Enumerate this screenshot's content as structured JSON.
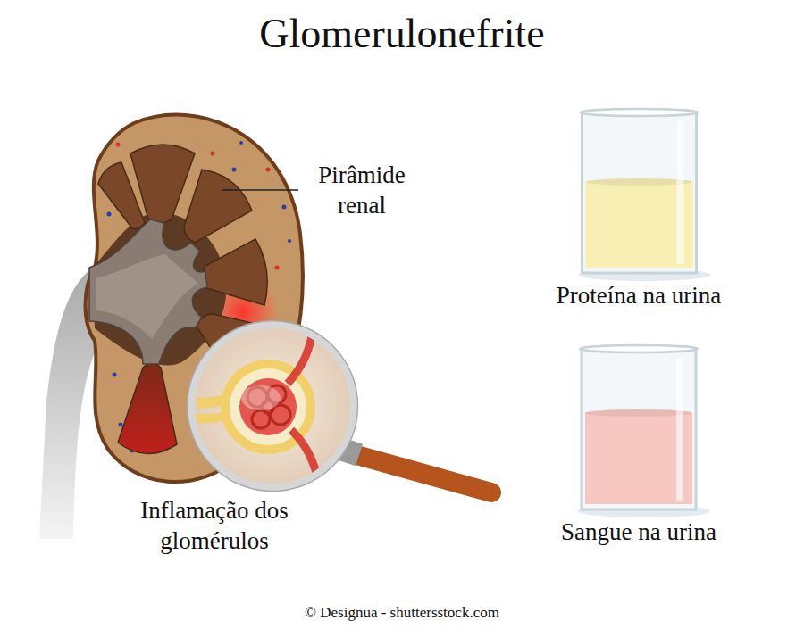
{
  "diagram": {
    "title": "Glomerulonefrite",
    "nodes": [
      {
        "text": [
          "Proteína na urina"
        ]
      },
      {
        "text": [
          "Sangue na urina"
        ]
      }
    ],
    "labels": [
      "Pirâmide renal",
      "Inflamação dos glomérulos",
      "© Designua - shuttersstock.com"
    ]
  }
}
